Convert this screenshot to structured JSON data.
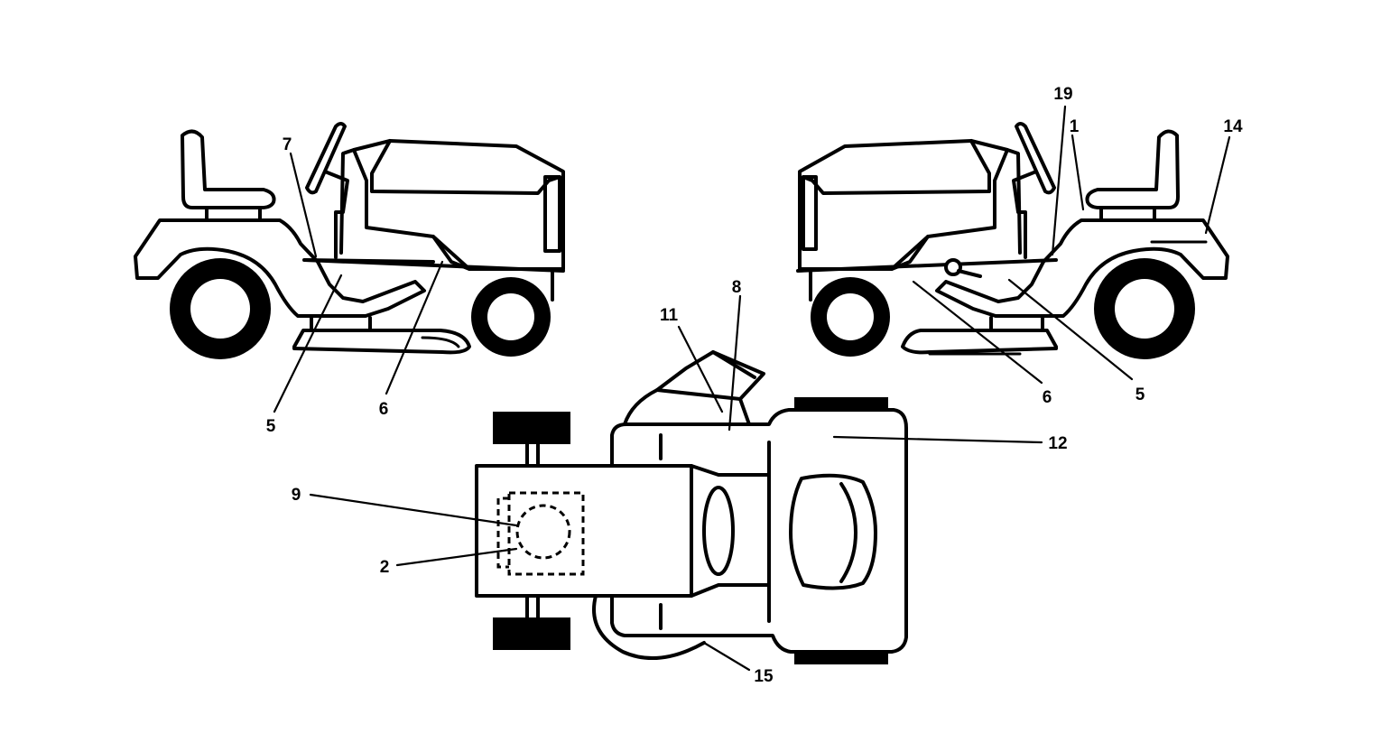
{
  "callouts": {
    "left_seven": "7",
    "left_five": "5",
    "left_six": "6",
    "right_nineteen": "19",
    "right_one": "1",
    "right_fourteen": "14",
    "right_six": "6",
    "right_five": "5",
    "top_eight": "8",
    "top_eleven": "11",
    "top_twelve": "12",
    "top_nine": "9",
    "top_two": "2",
    "top_fifteen": "15"
  }
}
